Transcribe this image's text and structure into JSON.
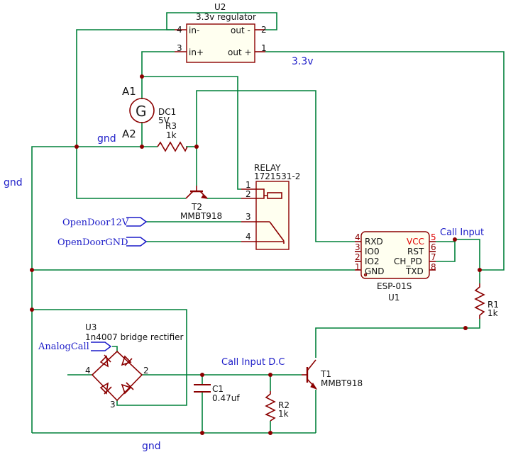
{
  "components": {
    "u2": {
      "ref": "U2",
      "value": "3.3v regulator",
      "pins": {
        "in_minus": "in-",
        "out_minus": "out -",
        "in_plus": "in+",
        "out_plus": "out +",
        "n4": "4",
        "n2": "2",
        "n3": "3",
        "n1": "1"
      }
    },
    "dc1": {
      "ref": "DC1",
      "value": "5V",
      "symbol": "G",
      "a1": "A1",
      "a2": "A2"
    },
    "r3": {
      "ref": "R3",
      "value": "1k"
    },
    "t2": {
      "ref": "T2",
      "value": "MMBT918"
    },
    "relay": {
      "ref": "RELAY",
      "value": "1721531-2",
      "pins": [
        "1",
        "2",
        "3",
        "4"
      ]
    },
    "u1": {
      "ref": "U1",
      "value": "ESP-01S",
      "left_pins": [
        {
          "num": "4",
          "name": "RXD"
        },
        {
          "num": "3",
          "name": "IO0"
        },
        {
          "num": "2",
          "name": "IO2"
        },
        {
          "num": "1",
          "name": "GND"
        }
      ],
      "right_pins": [
        {
          "num": "5",
          "name": "VCC"
        },
        {
          "num": "6",
          "name": "RST"
        },
        {
          "num": "7",
          "name": "CH_PD"
        },
        {
          "num": "8",
          "name": "TXD"
        }
      ]
    },
    "r1": {
      "ref": "R1",
      "value": "1k"
    },
    "u3": {
      "ref": "U3",
      "value": "1n4007 bridge rectifier",
      "pins": {
        "p4": "4",
        "p2": "2",
        "p3": "3"
      }
    },
    "c1": {
      "ref": "C1",
      "value": "0.47uf"
    },
    "r2": {
      "ref": "R2",
      "value": "1k"
    },
    "t1": {
      "ref": "T1",
      "value": "MMBT918"
    }
  },
  "nets": {
    "v33": "3.3v",
    "gnd_top": "gnd",
    "gnd_left": "gnd",
    "gnd_bottom": "gnd",
    "call_input": "Call Input",
    "call_input_dc": "Call Input D.C"
  },
  "flags": {
    "open12": "OpenDoor12V",
    "opengnd": "OpenDoorGND",
    "analog": "AnalogCall"
  },
  "colors": {
    "wire": "#00803a",
    "symbol": "#8b0000",
    "net_label": "#1c1cc8",
    "vcc_pin": "#e00000"
  }
}
